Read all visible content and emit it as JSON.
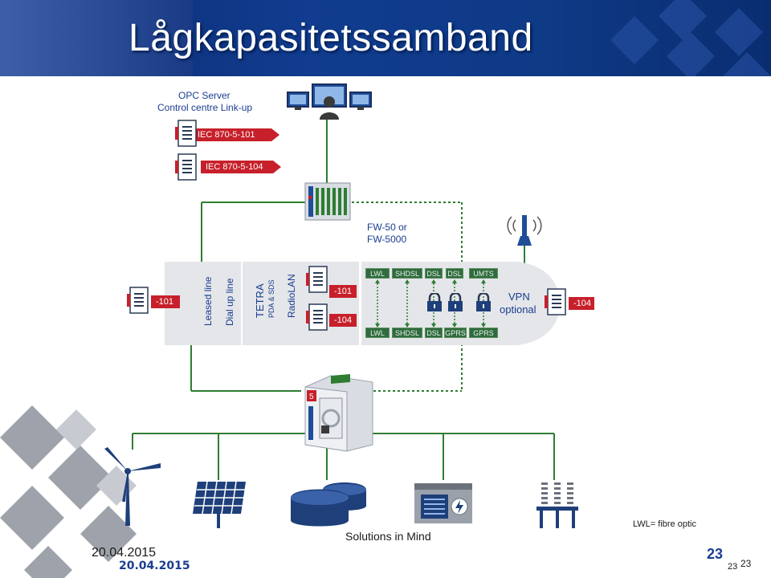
{
  "slide": {
    "title": "Lågkapasitetssamband",
    "company": "Solutions in Mind",
    "date": "20.04.2015",
    "page": "23",
    "legend_note": "LWL= fibre optic"
  },
  "server": {
    "label_line1": "OPC Server",
    "label_line2": "Control centre Link-up",
    "protocols": [
      "IEC 870-5-101",
      "IEC 870-5-104"
    ]
  },
  "gateway": {
    "label_line1": "FW-50 or",
    "label_line2": "FW-5000"
  },
  "comm": {
    "left_doc": "-101",
    "leased": "Leased line",
    "dialup": "Dial up line",
    "tetra": "TETRA",
    "tetra_sub": "PDA & SDS",
    "radiolan": "RadioLAN",
    "radio_101": "-101",
    "radio_104": "-104",
    "top_chips": [
      "LWL",
      "SHDSL",
      "DSL",
      "DSL",
      "UMTS"
    ],
    "bottom_chips": [
      "LWL",
      "SHDSL",
      "DSL",
      "GPRS",
      "GPRS"
    ],
    "vpn_line1": "VPN",
    "vpn_line2": "optional",
    "right_doc": "-104"
  },
  "colors": {
    "header": "#0e3a86",
    "protocol_red": "#c7202a",
    "line_green": "#2e7d32",
    "chip_green": "#2f6b3e",
    "band_gray": "#e4e6ea"
  },
  "icons": [
    "monitor-icon",
    "user-icon",
    "document-icon",
    "rack-icon",
    "antenna-icon",
    "lock-icon",
    "rtu-icon",
    "wind-turbine-icon",
    "solar-panel-icon",
    "tank-icon",
    "substation-icon",
    "insulator-icon"
  ]
}
